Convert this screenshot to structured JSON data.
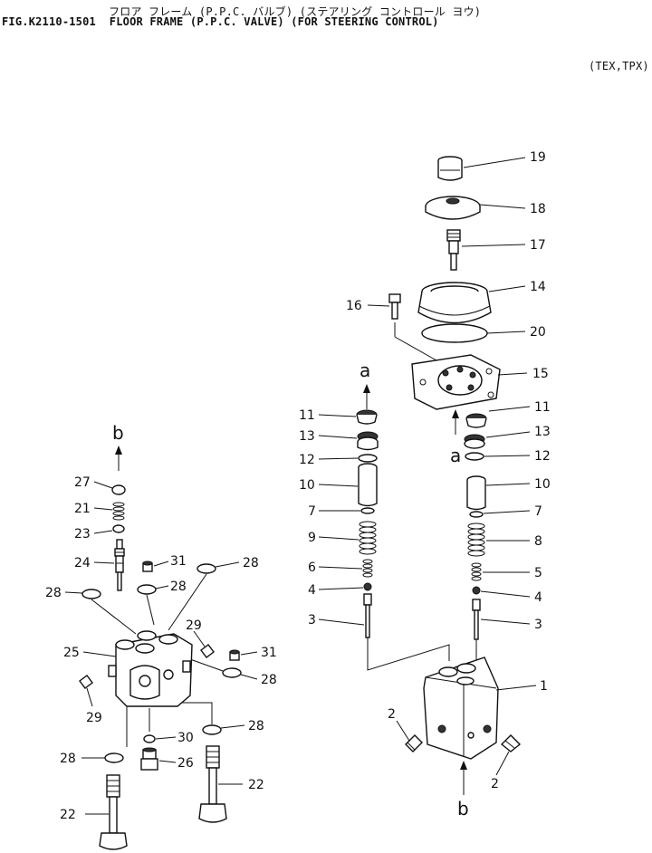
{
  "header": {
    "jp_title": "フロア フレーム (P.P.C. バルブ) (ステアリング コントロール ヨウ)",
    "fig_title": "FIG.K2110-1501  FLOOR FRAME (P.P.C. VALVE) (FOR STEERING CONTROL)",
    "variant": "(TEX,TPX)"
  },
  "callouts": {
    "c19": "19",
    "c18": "18",
    "c17": "17",
    "c14": "14",
    "c16": "16",
    "c20": "20",
    "c15": "15",
    "c11a": "11",
    "c11b": "11",
    "c13a": "13",
    "c13b": "13",
    "c12a": "12",
    "c12b": "12",
    "c10a": "10",
    "c10b": "10",
    "c7a": "7",
    "c7b": "7",
    "c9": "9",
    "c8": "8",
    "c6": "6",
    "c5": "5",
    "c4a": "4",
    "c4b": "4",
    "c3a": "3",
    "c3b": "3",
    "c1": "1",
    "c2a": "2",
    "c2b": "2",
    "c27": "27",
    "c21": "21",
    "c23": "23",
    "c24": "24",
    "c31a": "31",
    "c31b": "31",
    "c28a": "28",
    "c28b": "28",
    "c28c": "28",
    "c28d": "28",
    "c28e": "28",
    "c28f": "28",
    "c29a": "29",
    "c29b": "29",
    "c25": "25",
    "c30": "30",
    "c26": "26",
    "c22a": "22",
    "c22b": "22"
  },
  "arrows": {
    "a_top": "a",
    "a_mid": "a",
    "b_left": "b",
    "b_bottom": "b"
  }
}
